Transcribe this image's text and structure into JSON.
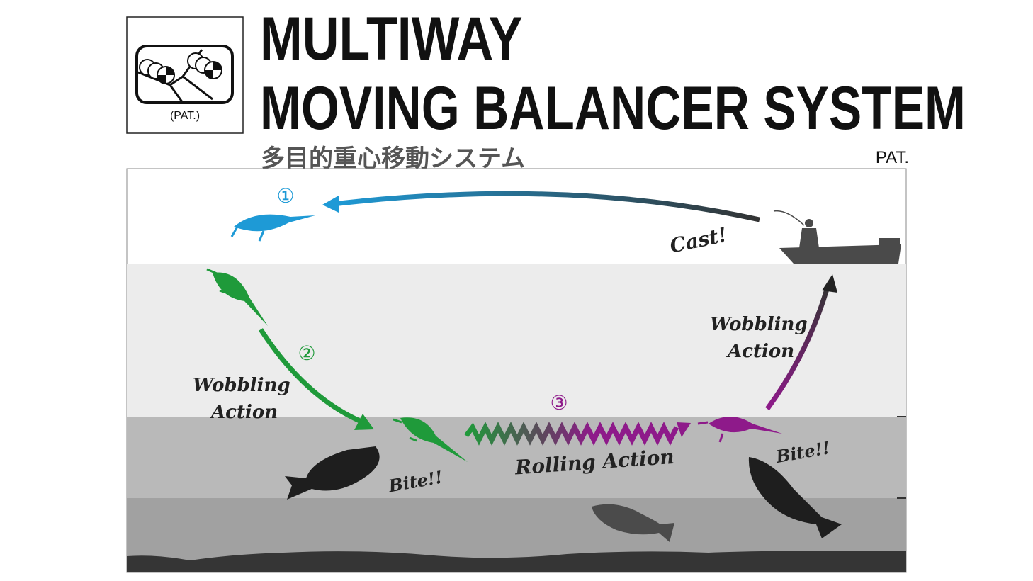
{
  "logo": {
    "pat_label": "(PAT.)"
  },
  "header": {
    "title_line1": "MULTIWAY",
    "title_line2": "MOVING BALANCER SYSTEM",
    "subtitle_jp": "多目的重心移動システム",
    "pat": "PAT."
  },
  "diagram": {
    "step1": "①",
    "step2": "②",
    "step3": "③",
    "cast": "Cast!",
    "wobbling_left_1": "Wobbling",
    "wobbling_left_2": "Action",
    "wobbling_right_1": "Wobbling",
    "wobbling_right_2": "Action",
    "rolling": "Rolling Action",
    "bite_left": "Bite!!",
    "bite_right": "Bite!!",
    "colors": {
      "blue": "#1e9ad6",
      "green": "#1f9a3a",
      "purple": "#8e1a8a"
    }
  }
}
